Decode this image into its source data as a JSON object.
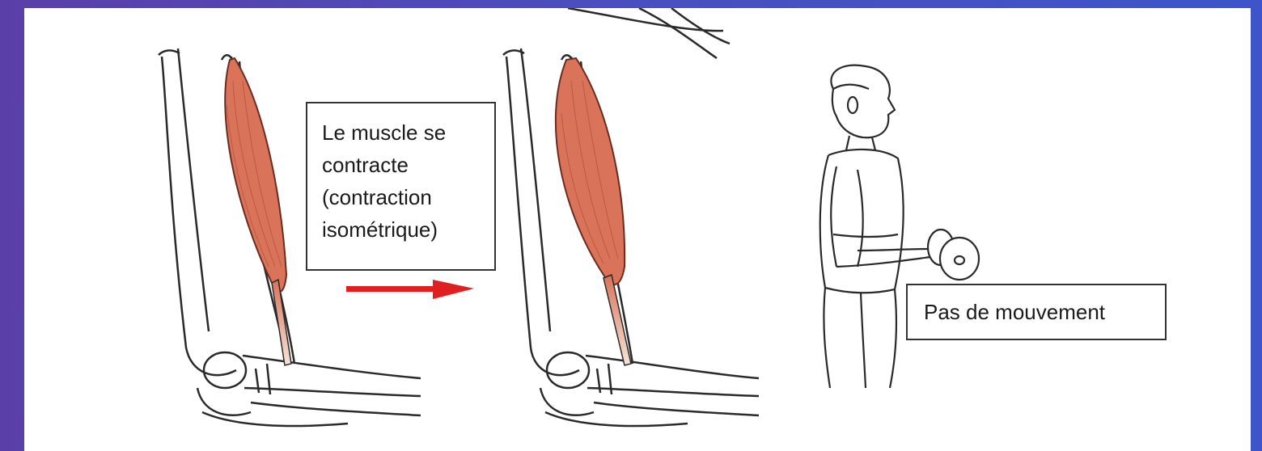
{
  "labels": {
    "contraction_lines": [
      "Le muscle se",
      "contracte",
      "(contraction",
      "isométrique)"
    ],
    "no_movement": "Pas de mouvement"
  },
  "icons": {
    "arm_relaxed": "arm-bone-muscle-illustration",
    "arm_contracted": "arm-bone-muscle-illustration",
    "arrow": "right-arrow-icon",
    "person": "man-holding-dumbbell-illustration"
  },
  "colors": {
    "muscle": "#d9735a",
    "muscle_shade": "#b8553e",
    "arrow": "#e02020",
    "background_left": "#5b3fa8",
    "background_right": "#3d55c8"
  }
}
